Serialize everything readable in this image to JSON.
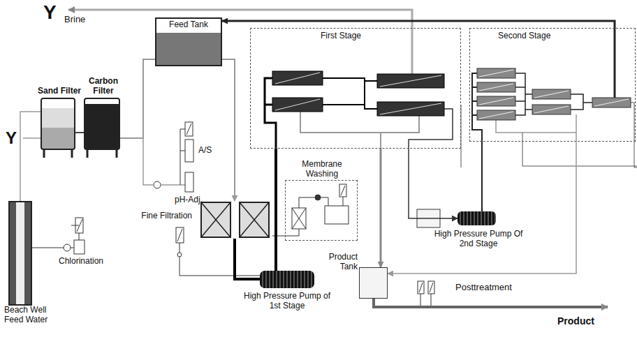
{
  "diagram": {
    "nodes": [
      {
        "text": [
          "Sand Filter"
        ]
      },
      {
        "text": [
          "Carbon Filter"
        ]
      },
      {
        "text": [
          "Feed Tank"
        ]
      },
      {
        "text": [
          "First Stage"
        ]
      },
      {
        "text": [
          "Second Stage"
        ]
      },
      {
        "text": [
          "Beach Well Feed Water"
        ]
      },
      {
        "text": [
          "Membrane Washing"
        ]
      },
      {
        "text": [
          "Fine Filtration"
        ]
      },
      {
        "text": [
          "Product Tank"
        ]
      },
      {
        "text": [
          "High Pressure Pump Of 2nd Stage"
        ]
      },
      {
        "text": [
          "High Pressure Pump of 1st Stage"
        ]
      }
    ],
    "edges": [
      {
        "from": 5,
        "to": 0,
        "arrow": "none"
      },
      {
        "from": 0,
        "to": 1,
        "arrow": "none"
      },
      {
        "from": 1,
        "to": 2,
        "arrow": "none"
      },
      {
        "from": 2,
        "to": 7,
        "arrow": "to"
      },
      {
        "from": 7,
        "to": 10,
        "arrow": "none"
      },
      {
        "from": 10,
        "to": 3,
        "arrow": "none"
      },
      {
        "from": 3,
        "to": 8,
        "arrow": "to"
      },
      {
        "from": 3,
        "to": 9,
        "arrow": "to"
      },
      {
        "from": 9,
        "to": 4,
        "arrow": "none"
      },
      {
        "from": 4,
        "to": 2,
        "arrow": "to"
      },
      {
        "from": 4,
        "to": 8,
        "arrow": "to"
      }
    ],
    "labels": [
      "Y",
      "Brine",
      "Y",
      "A/S",
      "pH-Adj.",
      "Chlorination",
      "Posttreatment",
      "Product"
    ]
  }
}
